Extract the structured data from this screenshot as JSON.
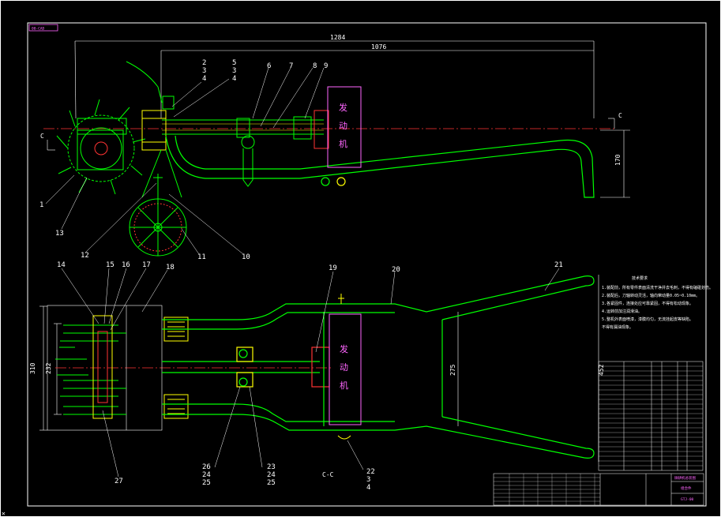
{
  "drawing": {
    "tag": "00-CAD",
    "dimensions": {
      "overall_length": "1284",
      "handle_length": "1076",
      "height": "170",
      "width_outer": "310",
      "width_inner": "232",
      "handle_width": "275",
      "handle_span": "452"
    },
    "section_marks": {
      "left": "C",
      "right": "C",
      "view": "C-C"
    },
    "engine_label": [
      "发",
      "动",
      "机"
    ],
    "balloons_top": [
      "2",
      "3",
      "4",
      "5",
      "3",
      "4",
      "6",
      "7",
      "8",
      "9",
      "1",
      "13",
      "12",
      "11",
      "10"
    ],
    "balloons_bottom": [
      "14",
      "15",
      "16",
      "17",
      "18",
      "19",
      "20",
      "21",
      "27",
      "26",
      "24",
      "25",
      "23",
      "24",
      "25",
      "22",
      "3",
      "4"
    ],
    "notes": {
      "title": "技术要求",
      "lines": [
        "1.装配前，所有零件表面清洗干净并去毛刺，不得有磕碰划伤。",
        "2.装配后，刀轴转动灵活，轴向窜动量0.05~0.10mm。",
        "3.各紧固件，连接处应可靠紧固，不得有松动现象。",
        "4.运转前加注润滑油。",
        "5.整机外表面喷漆，漆膜均匀，无流挂起皮等缺陷。",
        "不得有漏油现象。"
      ]
    },
    "title_block": {
      "name": "微耕机总装图",
      "material": "组合件",
      "code": "GTJ-00"
    }
  }
}
